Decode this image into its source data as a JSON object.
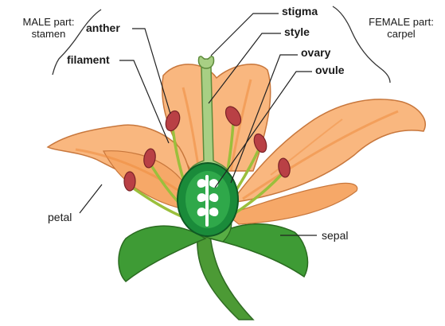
{
  "groups": {
    "male": {
      "line1": "MALE part:",
      "line2": "stamen"
    },
    "female": {
      "line1": "FEMALE part:",
      "line2": "carpel"
    }
  },
  "labels": {
    "stigma": "stigma",
    "style": "style",
    "ovary": "ovary",
    "ovule": "ovule",
    "anther": "anther",
    "filament": "filament",
    "petal": "petal",
    "sepal": "sepal"
  },
  "colors": {
    "petal": "#f9b77f",
    "petal_vein": "#ee8c3e",
    "petal_edge": "#c8773c",
    "anther": "#b94045",
    "filament": "#9bbf3c",
    "style": "#a8cf84",
    "ovary_outer": "#1a8b3a",
    "ovary_inner": "#2fa84a",
    "ovule": "#ffffff",
    "sepal": "#3e9b35",
    "stem": "#4c9a35",
    "leader": "#222222"
  }
}
